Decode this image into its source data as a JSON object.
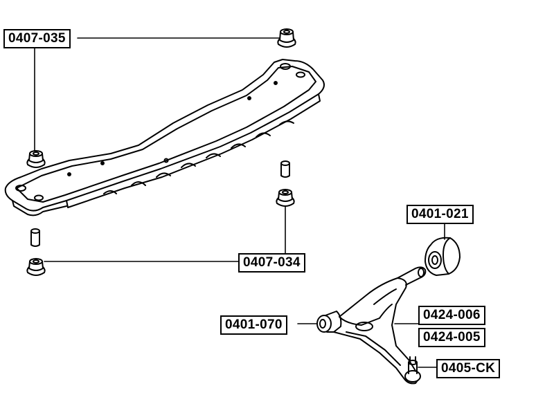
{
  "colors": {
    "ink": "#000000",
    "paper": "#ffffff",
    "shade": "#bfbfbf"
  },
  "callouts": {
    "c1": "0407-035",
    "c2": "0407-034",
    "c3": "0401-021",
    "c4": "0401-070",
    "c5": "0424-006",
    "c6": "0424-005",
    "c7": "0405-CK"
  }
}
